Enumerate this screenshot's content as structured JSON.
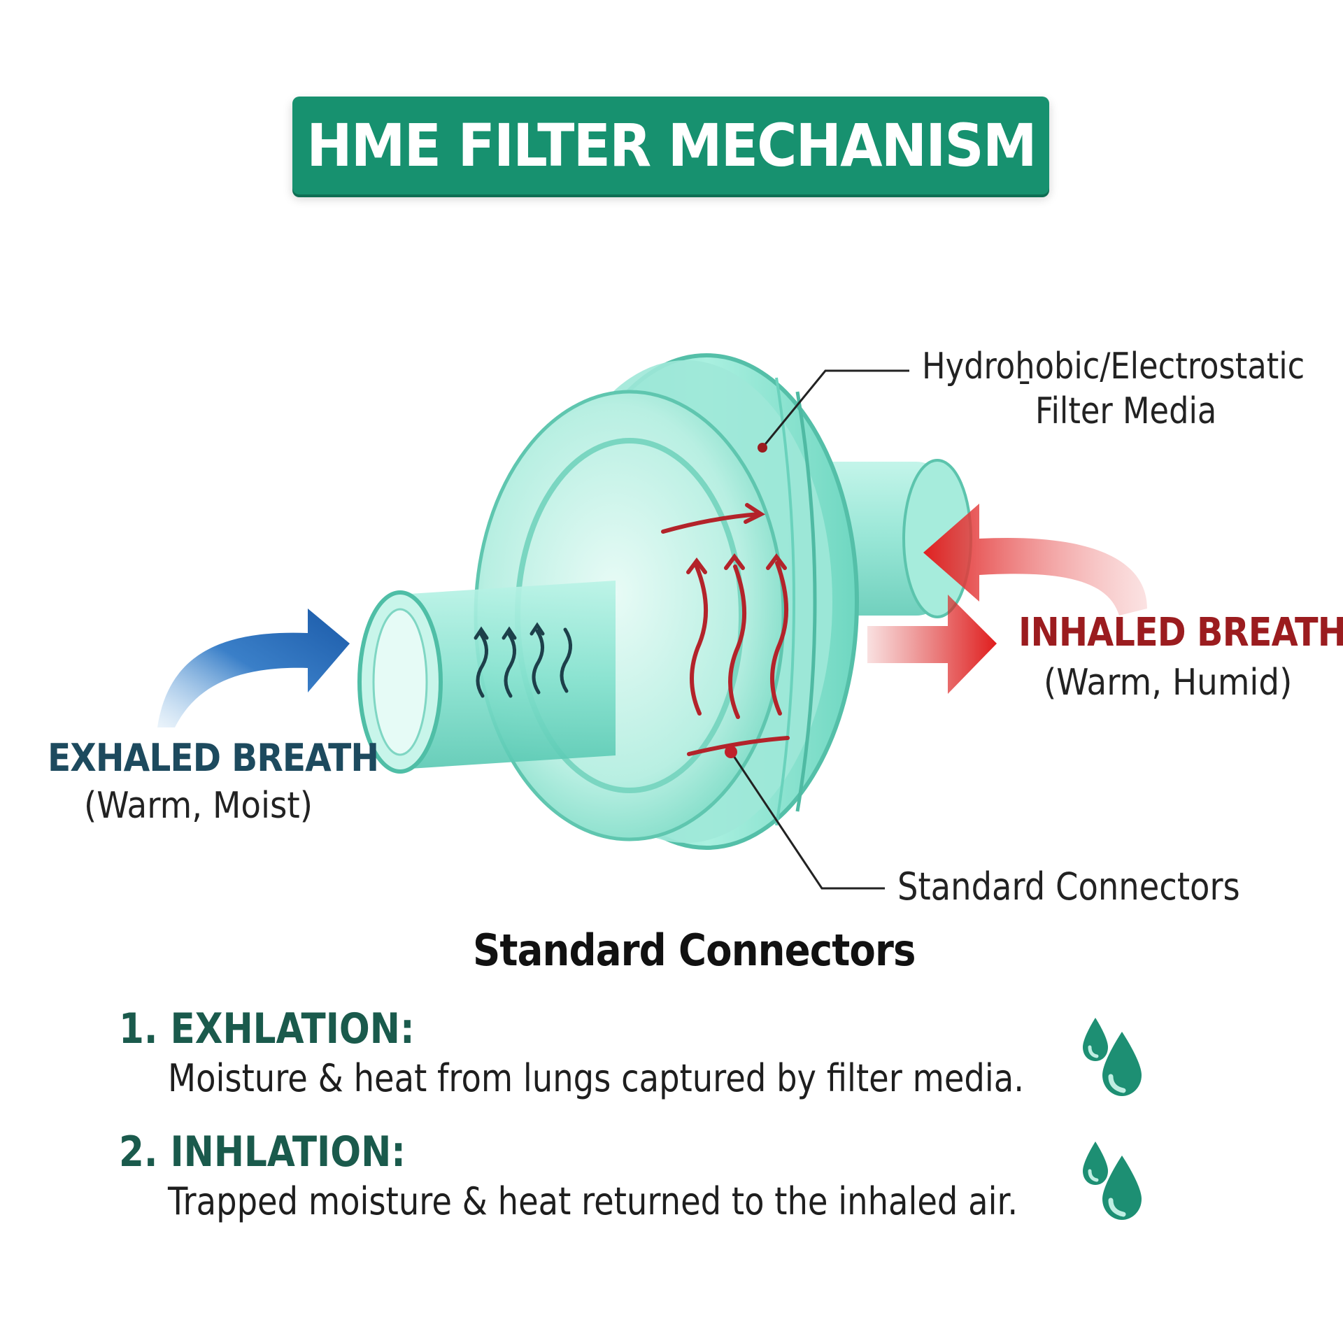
{
  "title": "HME FILTER MECHANISM",
  "labels": {
    "exhaled_title": "EXHALED BREATH",
    "exhaled_sub": "(Warm, Moist)",
    "inhaled_title": "INHALED BREATH",
    "inhaled_sub": "(Warm, Humid)",
    "filter_media_line1": "Hydroẖobic/Electrostatic",
    "filter_media_line2": "Filter Media",
    "connectors_callout": "Standard Connectors",
    "connectors_heading": "Standard Connectors"
  },
  "steps": [
    {
      "heading": "1. EXHLATION:",
      "text": "Moisture & heat from lungs captured by filter media."
    },
    {
      "heading": "2. INHLATION:",
      "text": "Trapped moisture & heat returned to the inhaled air."
    }
  ],
  "colors": {
    "banner": "#17916f",
    "device_teal": "#7fe3cf",
    "exhale_blue": "#1f5fae",
    "inhale_red": "#d92121",
    "drop_teal": "#17916f"
  },
  "icons": [
    "exhale-arrow-icon",
    "inhale-arrow-icon",
    "water-drop-icon"
  ]
}
